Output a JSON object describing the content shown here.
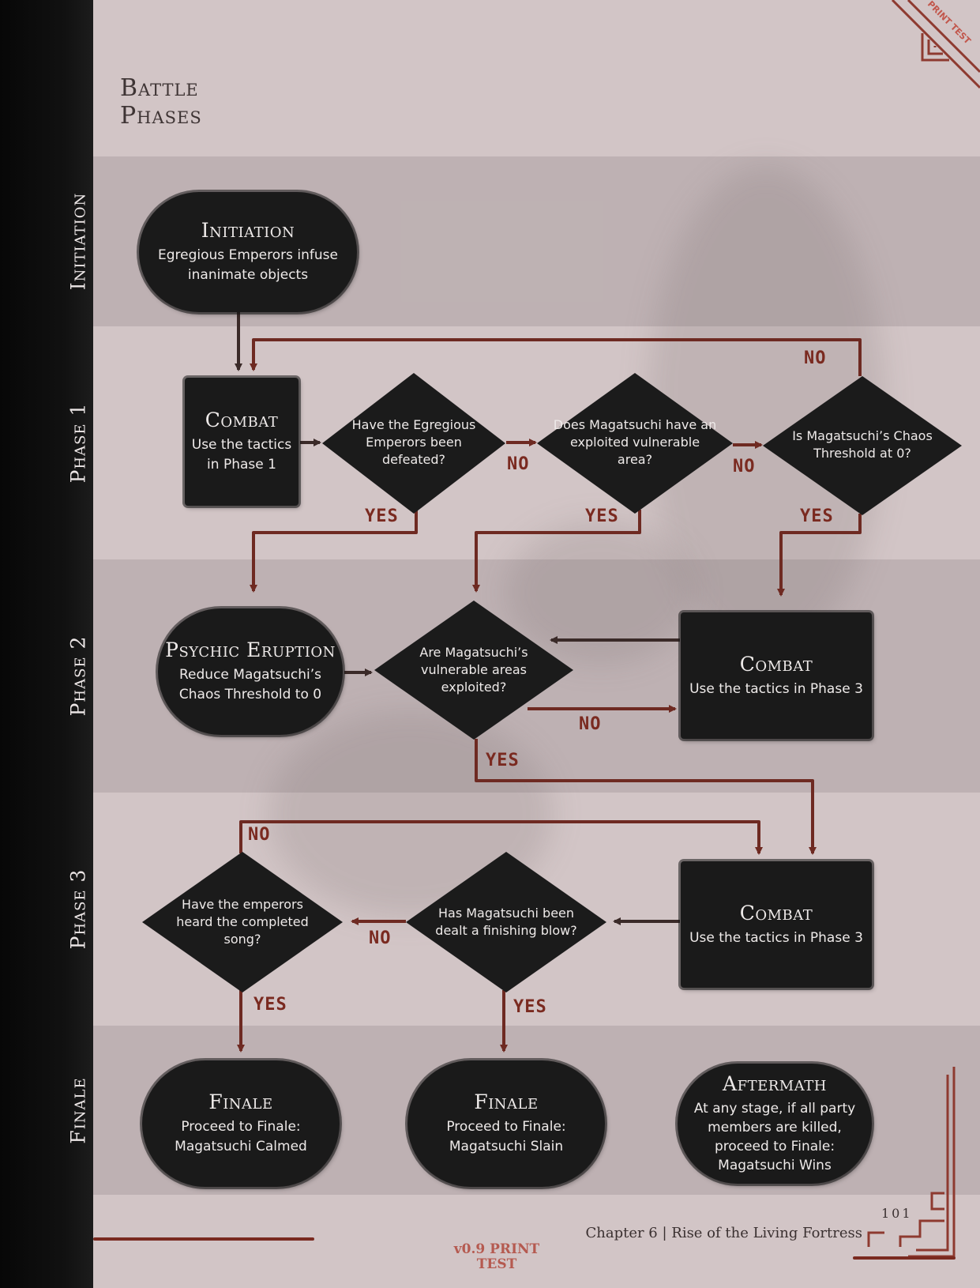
{
  "header": {
    "title_line1": "Battle",
    "title_line2": "Phases"
  },
  "lanes": {
    "initiation": "Initiation",
    "phase1": "Phase 1",
    "phase2": "Phase 2",
    "phase3": "Phase 3",
    "finale": "Finale"
  },
  "nodes": {
    "initiation": {
      "title": "Initiation",
      "body": "Egregious Emperors infuse inanimate objects"
    },
    "combat1": {
      "title": "Combat",
      "body": "Use the tactics in Phase 1"
    },
    "q_emperors_defeated": {
      "text": "Have the Egregious Emperors been defeated?"
    },
    "q_exploited_area": {
      "text": "Does Magatsuchi have an exploited vulnerable area?"
    },
    "q_chaos_threshold": {
      "text": "Is Magatsuchi’s Chaos Threshold at 0?"
    },
    "psychic_eruption": {
      "title": "Psychic Eruption",
      "body": "Reduce Magatsuchi’s Chaos Threshold to 0"
    },
    "q_vulnerable_exploited": {
      "text": "Are Magatsuchi’s vulnerable areas exploited?"
    },
    "combat2": {
      "title": "Combat",
      "body": "Use the tactics in Phase 3"
    },
    "q_completed_song": {
      "text": "Have the emperors heard the completed song?"
    },
    "q_finishing_blow": {
      "text": "Has Magatsuchi been dealt a finishing blow?"
    },
    "combat3": {
      "title": "Combat",
      "body": "Use the tactics in Phase 3"
    },
    "finale_calmed": {
      "title": "Finale",
      "body": "Proceed to Finale: Magatsuchi Calmed"
    },
    "finale_slain": {
      "title": "Finale",
      "body": "Proceed to Finale: Magatsuchi Slain"
    },
    "aftermath": {
      "title": "Aftermath",
      "body": "At any stage, if all party members are killed, proceed to Finale: Magatsuchi Wins"
    }
  },
  "edge_labels": {
    "yes": "YES",
    "no": "NO"
  },
  "footer": {
    "page_number": "101",
    "chapter": "Chapter 6 | Rise of the Living Fortress",
    "version_line1": "v0.9 PRINT",
    "version_line2": "TEST",
    "corner_stamp": "PRINT TEST"
  },
  "colors": {
    "ink": "#1a1a1a",
    "arrow_red": "#7a2a20",
    "page": "#d2c5c6"
  }
}
